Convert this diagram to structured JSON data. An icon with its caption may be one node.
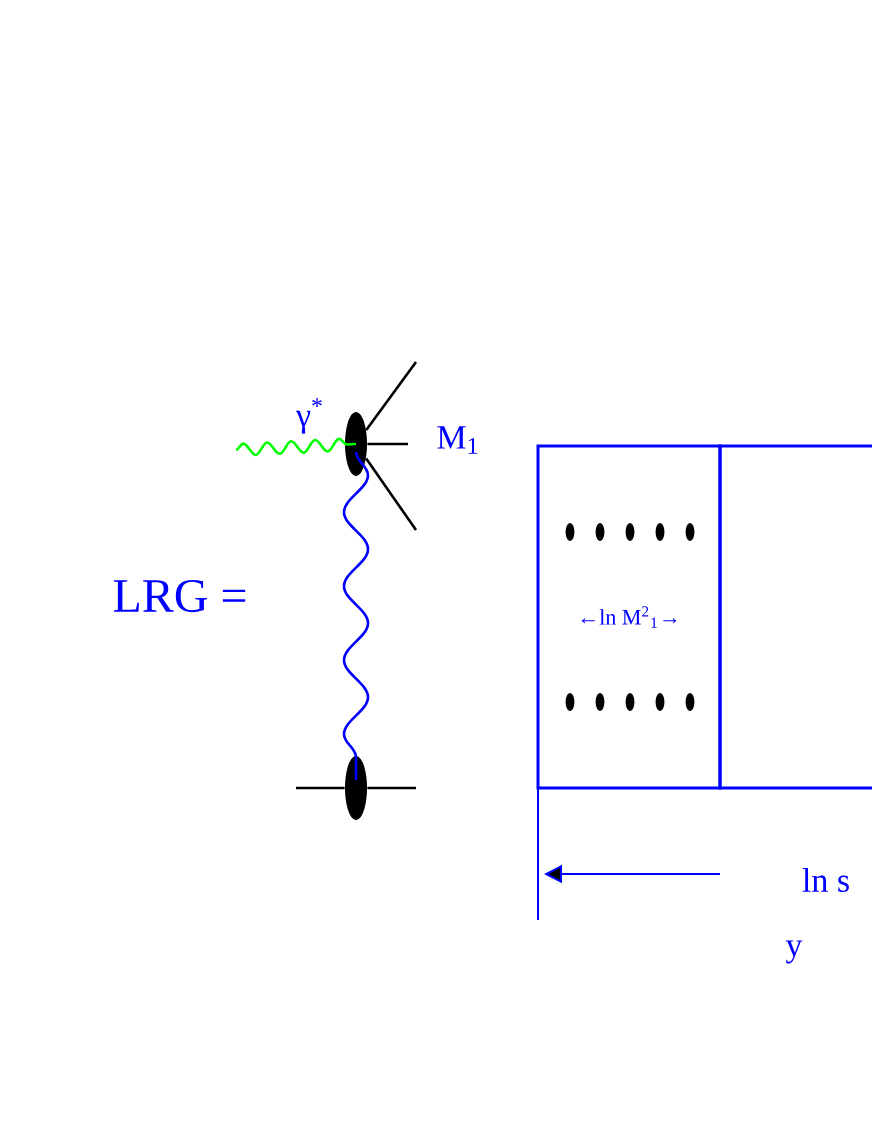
{
  "diagram": {
    "nodes": [
      {
        "text": [],
        "shape": "ellipse"
      },
      {
        "text": [],
        "shape": "ellipse"
      },
      {
        "text": [
          "←ln M$^{2}$$_{1}$→"
        ]
      },
      {
        "text": [],
        "shape": "box"
      }
    ],
    "edges": [
      {
        "from": 0,
        "to": 1,
        "arrow": "none",
        "color": "#0000ff"
      },
      {
        "from": null,
        "to": 0,
        "arrow": "none",
        "label": "γ$^{*}$",
        "color": "#00ff00"
      },
      {
        "from": 0,
        "to": null,
        "arrow": "none"
      },
      {
        "from": 0,
        "to": null,
        "arrow": "none"
      },
      {
        "from": 0,
        "to": null,
        "arrow": "none"
      },
      {
        "from": null,
        "to": 1,
        "arrow": "none"
      },
      {
        "from": 1,
        "to": null,
        "arrow": "none"
      }
    ],
    "labels": [
      "LRG =",
      "M$_{1}$",
      "ln s",
      "y"
    ]
  }
}
